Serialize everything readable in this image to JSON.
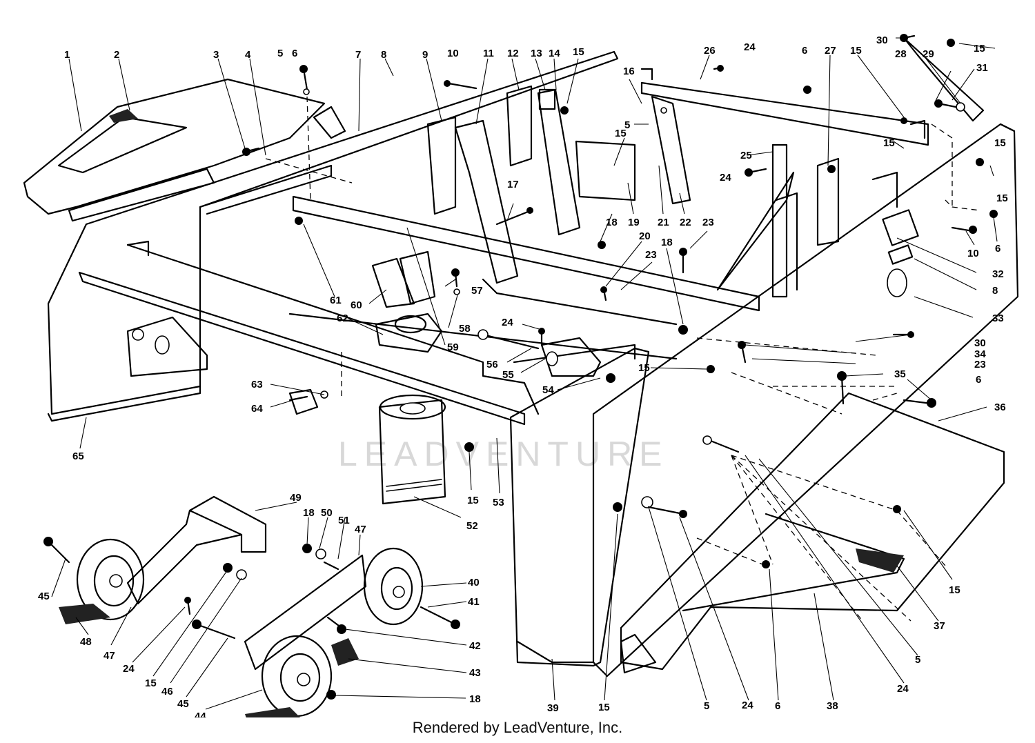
{
  "footer": "Rendered by LeadVenture, Inc.",
  "watermark": "LEADVENTURE",
  "callouts": [
    {
      "text": "1"
    },
    {
      "text": "2"
    },
    {
      "text": "3"
    },
    {
      "text": "4"
    },
    {
      "text": "5"
    },
    {
      "text": "6"
    },
    {
      "text": "7"
    },
    {
      "text": "8"
    },
    {
      "text": "9"
    },
    {
      "text": "10"
    },
    {
      "text": "11"
    },
    {
      "text": "12"
    },
    {
      "text": "13"
    },
    {
      "text": "14"
    },
    {
      "text": "15"
    },
    {
      "text": "26"
    },
    {
      "text": "24"
    },
    {
      "text": "6"
    },
    {
      "text": "27"
    },
    {
      "text": "15"
    },
    {
      "text": "30"
    },
    {
      "text": "15"
    },
    {
      "text": "28"
    },
    {
      "text": "29"
    },
    {
      "text": "31"
    },
    {
      "text": "16"
    },
    {
      "text": "5"
    },
    {
      "text": "15"
    },
    {
      "text": "25"
    },
    {
      "text": "24"
    },
    {
      "text": "15"
    },
    {
      "text": "15"
    },
    {
      "text": "15"
    },
    {
      "text": "6"
    },
    {
      "text": "10"
    },
    {
      "text": "17"
    },
    {
      "text": "18"
    },
    {
      "text": "19"
    },
    {
      "text": "21"
    },
    {
      "text": "22"
    },
    {
      "text": "23"
    },
    {
      "text": "20"
    },
    {
      "text": "23"
    },
    {
      "text": "18"
    },
    {
      "text": "32"
    },
    {
      "text": "8"
    },
    {
      "text": "33"
    },
    {
      "text": "61"
    },
    {
      "text": "60"
    },
    {
      "text": "57"
    },
    {
      "text": "58"
    },
    {
      "text": "59"
    },
    {
      "text": "62"
    },
    {
      "text": "24"
    },
    {
      "text": "56"
    },
    {
      "text": "55"
    },
    {
      "text": "54"
    },
    {
      "text": "15"
    },
    {
      "text": "30"
    },
    {
      "text": "34"
    },
    {
      "text": "23"
    },
    {
      "text": "35"
    },
    {
      "text": "6"
    },
    {
      "text": "36"
    },
    {
      "text": "63"
    },
    {
      "text": "64"
    },
    {
      "text": "65"
    },
    {
      "text": "15"
    },
    {
      "text": "53"
    },
    {
      "text": "52"
    },
    {
      "text": "49"
    },
    {
      "text": "18"
    },
    {
      "text": "50"
    },
    {
      "text": "51"
    },
    {
      "text": "47"
    },
    {
      "text": "40"
    },
    {
      "text": "41"
    },
    {
      "text": "42"
    },
    {
      "text": "43"
    },
    {
      "text": "18"
    },
    {
      "text": "45"
    },
    {
      "text": "48"
    },
    {
      "text": "47"
    },
    {
      "text": "24"
    },
    {
      "text": "15"
    },
    {
      "text": "46"
    },
    {
      "text": "45"
    },
    {
      "text": "44"
    },
    {
      "text": "39"
    },
    {
      "text": "15"
    },
    {
      "text": "5"
    },
    {
      "text": "24"
    },
    {
      "text": "6"
    },
    {
      "text": "38"
    },
    {
      "text": "24"
    },
    {
      "text": "5"
    },
    {
      "text": "37"
    },
    {
      "text": "15"
    }
  ]
}
